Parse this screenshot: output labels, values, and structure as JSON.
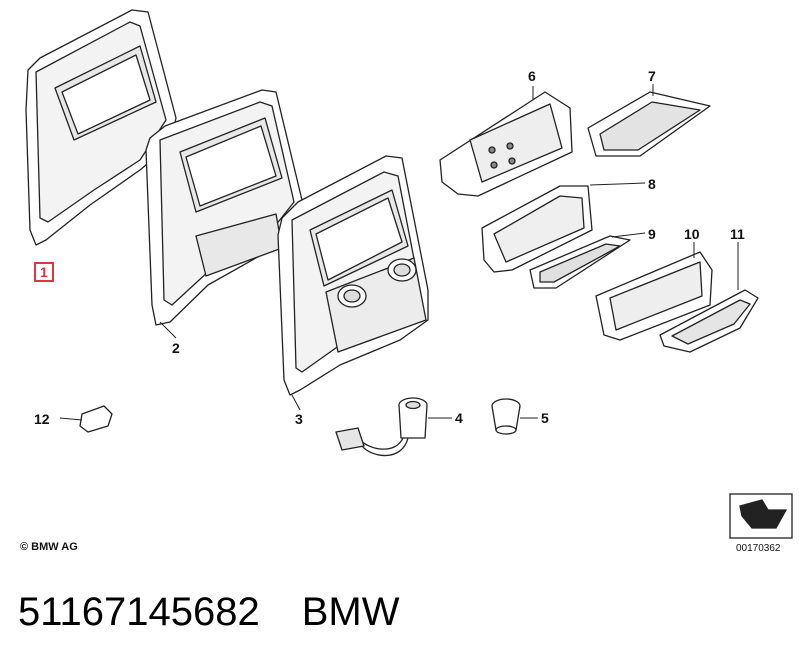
{
  "callouts": {
    "c1": "1",
    "c2": "2",
    "c3": "3",
    "c4": "4",
    "c5": "5",
    "c6": "6",
    "c7": "7",
    "c8": "8",
    "c9": "9",
    "c10": "10",
    "c11": "11",
    "c12": "12"
  },
  "copyright": "© BMW AG",
  "drawing_number": "00170362",
  "footer": {
    "part_number": "51167145682",
    "brand": "BMW"
  },
  "colors": {
    "highlight": "#d9383c",
    "line": "#222222"
  }
}
